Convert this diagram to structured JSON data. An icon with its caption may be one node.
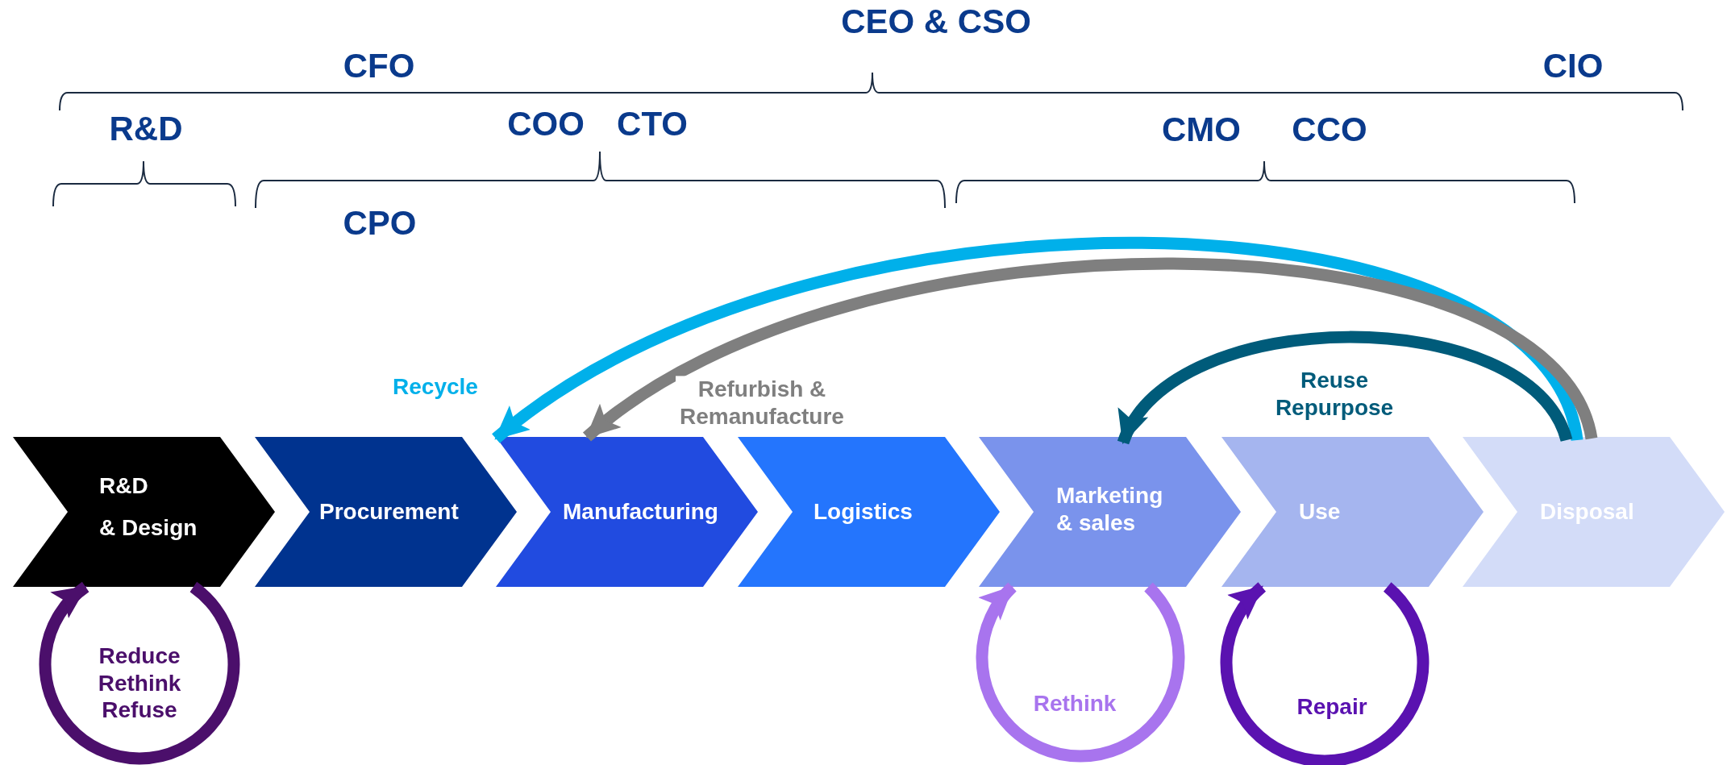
{
  "diagram": {
    "nodes": [
      {
        "text": [
          "R&D",
          "& Design"
        ]
      },
      {
        "text": [
          "Procurement"
        ]
      },
      {
        "text": [
          "Manufacturing"
        ]
      },
      {
        "text": [
          "Logistics"
        ]
      },
      {
        "text": [
          "Marketing & sales"
        ]
      },
      {
        "text": [
          "Use"
        ]
      },
      {
        "text": [
          "Disposal"
        ]
      }
    ],
    "edges": [
      {
        "from": 0,
        "to": 0,
        "arrow": "to",
        "label": "Reduce Rethink Refuse",
        "color": "#4b0f6b"
      },
      {
        "from": 6,
        "to": 2,
        "arrow": "to",
        "label": "Recycle",
        "color": "#00b0ea"
      },
      {
        "from": 6,
        "to": 2,
        "arrow": "to",
        "label": "Refurbish & Remanufacture",
        "color": "#7f7f7f"
      },
      {
        "from": 6,
        "to": 4,
        "arrow": "to",
        "label": "Reuse Repurpose",
        "color": "#005b7a"
      },
      {
        "from": 4,
        "to": 4,
        "arrow": "to",
        "label": "Rethink",
        "color": "#a874ee"
      },
      {
        "from": 5,
        "to": 5,
        "arrow": "to",
        "label": "Repair",
        "color": "#5a12b0"
      }
    ],
    "labels": [
      "CEO & CSO",
      "CFO",
      "CIO",
      "R&D",
      "COO",
      "CTO",
      "CMO",
      "CCO",
      "CPO"
    ]
  }
}
